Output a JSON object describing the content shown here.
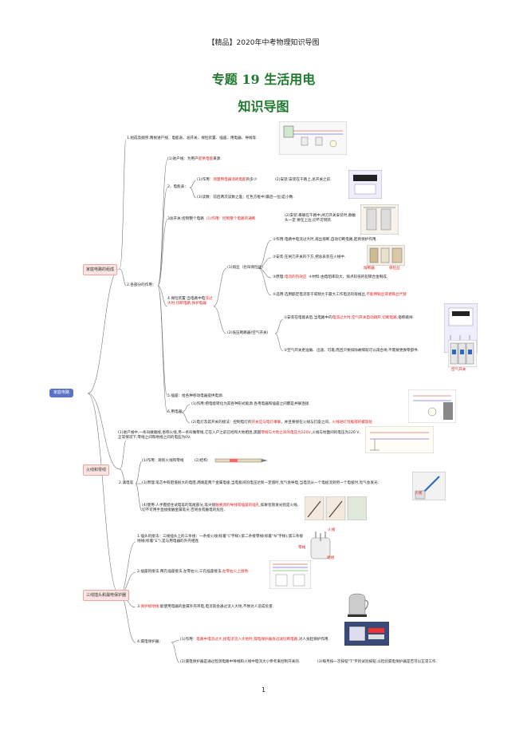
{
  "header": "【精品】2020年中考物理知识导图",
  "title": "专题 19  生活用电",
  "subtitle": "知识导图",
  "root": "家庭电路",
  "branches": {
    "family_circuit": "家庭电路的组成",
    "live_wire": "火线和零线",
    "plugs": "三线插头和漏电保护器"
  },
  "nodes": {
    "n1": "1.组成及顺序:两根进户线、电能表、总开关、保险装置、插座、用电器、导线等.",
    "n2": "2.各部分的作用：",
    "a1_pre": "(1)进户线：为用户",
    "a1_red": "提供电能",
    "a1_post": "来源.",
    "a2": "2．电能表：",
    "a2_1_pre": "(1)作用：",
    "a2_1_red": "测量用电器消耗电能",
    "a2_1_post": "的多少",
    "a2_2": "(2)安装:安装在干路上,总开关之前.",
    "a2_3": "(3)读数：前后两次读数之差；红色方框中(最后一位)是小数.",
    "a3_pre": "3总开关:控制整个电路",
    "a3_red": "(1)作用：控制整个电路的通断",
    "a3_2": "(2)安装:串联在干路中,闸刀开关安装时,静触头一定 要在上边,切不可倒装.",
    "a4_pre": "4.保险装置:当电路中电",
    "a4_red": "流过大时,切断电路,保护电器",
    "a4_1": "(1)熔丝（也叫保险丝）",
    "f1": "①作用:电路中电流过大时,熔丝熔断,自动切断电路,起到保护作用.",
    "f2": "②安装:在闸刀开关的下方,把总表装在火线中.",
    "f3_pre": "③原理:",
    "f3_red": "电流的热效应",
    "f3_post": "④材料:由电阻率较大、熔点较低的铅锑合金制成.",
    "f4_pre": "⑤选用:选用额定电流等于或稍大于最大工作电流的熔线丝,",
    "f4_red": "不能用铜丝或者铁丝代替",
    "a4_2": "(2)低压断路器(空气开关)",
    "b1_pre": "①安装在电能表后,当电路中的",
    "b1_red": "电流过大时,空气开关自动跳开,切断电路",
    "b1_post": ",俗称跳闸.",
    "b2": "②空气开关更准确、迅速、可靠,而且只要排除故障就可以再合闸,不需要更换零部件.",
    "a5": "5.插座：给各种移动电器提供电源.",
    "a6": "6.用电器：",
    "a6_1": "(1)作用:把电能转化为其各种形式能源,各用电器和插座之间都是并联连接.",
    "a6_2_pre": "(2)电灯及其开关的接法：控制电灯的",
    "a6_2_red": "开关应与电灯串联",
    "a6_2_mid": "，并且要接在火线与灯座之间，",
    "a6_2_red2": "火线进灯泡尾部的螺旋处",
    "l1_pre": "(1)进户线中,一条叫做端线,俗称火线,另一条叫做零线,它在入户之前已经和大地相连,黑圆",
    "l1_red": "零线与大地之间的电压为220V",
    "l1_post": ",火线与地面间的电压为220 V,正常情况下,零线之间和地线之间的电压为0V.",
    "l2": "2.试电笔",
    "l2_1": "(1)作用：辨别火线和零线",
    "l2_2": "(2)结构:",
    "l2_3": "(3)原理:笔芯中有阻值很大的电阻,两端是两个金属电极,当电极间的电压达到一定值时,氖气会导电,当电流从一个电极流到另一个电极时,氖气会发光.",
    "l2_4_pre": "(4)使用:人手握提住试电笔的笔尾部分,笔尖接",
    "l2_4_red": "触要测的导线或插座的插孔",
    "l2_4_post": ",如果氖管发光则是火线,切不可用手直接接触金属笔尖,否则会有触电的危险.",
    "p1": "1.插头的接法：三线插头上的三条线：一条接火线(标着“L”字样);第二条接零线(标着“N”字样);第三条接地线(标着“E”),是与用电器的外壳相连.",
    "p2_pre": "2.插座的接法:两孔插座接法,左零右火;三孔插座接法,",
    "p2_red": "左零右火上接地",
    "p2_post": ".",
    "p3_pre": "3.",
    "p3_red": "保护接地线",
    "p3_post": ":能使用电器的金属外壳带电,电流就会通过流入大地,不致对人造成危害.",
    "p4": "4.漏电保护器：",
    "p4_1_pre": "(1)作用：",
    "p4_1_red": "电路中电流过大,接电流流入大地时,漏电保护器会迅速切断电路",
    "p4_1_post": ",对人身起保护作用.",
    "p4_2": "(2)漏电保护器是通过检测电路中导线和火线中电流大小参考来控制开关的.",
    "p4_3": "(3)每月按一次按钮“T”字的试验按钮,以检验漏电保护器是否可以正常工作."
  },
  "image_labels": {
    "fuse_a": "熔断器",
    "fuse_b": "保险丝",
    "breaker": "空气开关",
    "pen": "火线",
    "plug_l": "火线",
    "plug_n": "零线",
    "ground": "地线"
  },
  "page_number": "1"
}
